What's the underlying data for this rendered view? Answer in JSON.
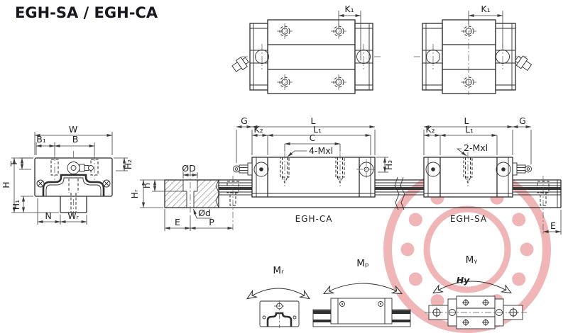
{
  "title": "EGH-SA / EGH-CA",
  "watermark": {
    "monogram": "Hy"
  },
  "colors": {
    "line": "#2e2e2e",
    "dim_line": "#3a3a3a",
    "text": "#1e1e1e",
    "watermark_pink": "#f0b5b6",
    "title_text": "#16161f",
    "background": "#ffffff"
  },
  "top_views": {
    "ca": {
      "k1": "K₁"
    },
    "sa": {
      "k1": "K₁"
    }
  },
  "front_view": {
    "w": "W",
    "b1": "B₁",
    "b": "B",
    "t": "T",
    "h2": "H₂",
    "h": "H",
    "h1": "H₁",
    "n": "N",
    "wr": "Wᵣ"
  },
  "rail_view": {
    "hr": "Hᵣ",
    "h": "h",
    "od_big": "ØD",
    "od_small": "Ød",
    "e": "E",
    "p": "P"
  },
  "side_view_ca": {
    "caption": "EGH-CA",
    "g": "G",
    "l": "L",
    "k2": "K₂",
    "l1": "L₁",
    "c": "C",
    "thread": "4-Mxl",
    "h3": "H₃"
  },
  "side_view_sa": {
    "caption": "EGH-SA",
    "l": "L",
    "g": "G",
    "k2": "K₂",
    "l1": "L₁",
    "thread": "2-Mxl",
    "e": "E"
  },
  "moments": {
    "roll": "Mᵣ",
    "pitch": "Mₚ",
    "yaw": "Mᵧ"
  }
}
